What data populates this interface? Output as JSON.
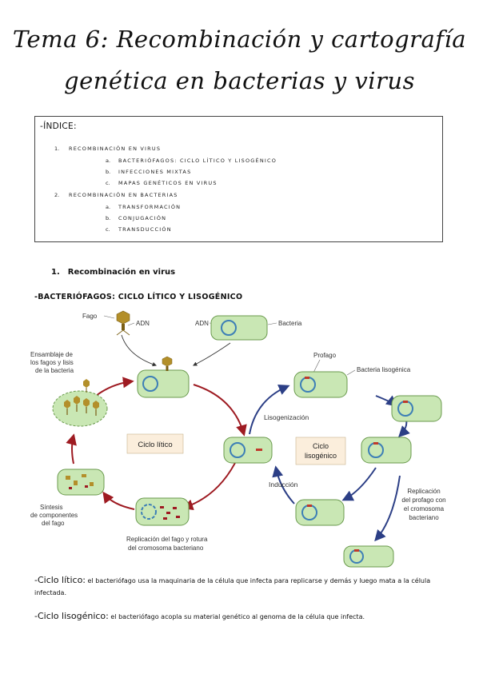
{
  "title": {
    "line1": "Tema 6: Recombinación y cartografía",
    "line2": "genética en bacterias y virus"
  },
  "index": {
    "heading": "-ÍNDICE:",
    "items": [
      {
        "num": "1.",
        "label": "Recombinación en virus"
      },
      {
        "num": "a.",
        "label": "Bacteriófagos: ciclo lítico y lisogénico"
      },
      {
        "num": "b.",
        "label": "Infecciones mixtas"
      },
      {
        "num": "c.",
        "label": "Mapas genéticos en virus"
      },
      {
        "num": "2.",
        "label": "Recombinación en bacterias"
      },
      {
        "num": "a.",
        "label": "Transformación"
      },
      {
        "num": "b.",
        "label": "Conjugación"
      },
      {
        "num": "c.",
        "label": "Transducción"
      }
    ]
  },
  "section1": {
    "num": "1.",
    "label": "Recombinación en virus"
  },
  "subheading": "-BACTERIÓFAGOS: CICLO LÍTICO Y LISOGÉNICO",
  "diagram": {
    "labels": {
      "fago": "Fago",
      "adn1": "ADN",
      "adn2": "ADN",
      "bacteria": "Bacteria",
      "ensamblaje1": "Ensamblaje de",
      "ensamblaje2": "los fagos y lisis",
      "ensamblaje3": "de la bacteria",
      "ciclo_litico": "Ciclo lítico",
      "profago": "Profago",
      "bacteria_lisogenica": "Bacteria lisogénica",
      "lisogenizacion": "Lisogenización",
      "ciclo_lisogenico1": "Ciclo",
      "ciclo_lisogenico2": "lisogénico",
      "induccion": "Inducción",
      "sintesis1": "Síntesis",
      "sintesis2": "de componentes",
      "sintesis3": "del fago",
      "replicacion_fago1": "Replicación del fago y rotura",
      "replicacion_fago2": "del cromosoma bacteriano",
      "replicacion_profago1": "Replicación",
      "replicacion_profago2": "del profago con",
      "replicacion_profago3": "el cromosoma",
      "replicacion_profago4": "bacteriano"
    },
    "colors": {
      "cell_fill": "#c9e7b4",
      "cell_stroke": "#6a9a4d",
      "dna_ring": "#3d7fb6",
      "lytic_arrow": "#9e1b22",
      "lysogenic_arrow": "#2c3f86",
      "phage": "#b38f2a",
      "prophage_segment": "#c0392b"
    }
  },
  "paragraphs": [
    {
      "lead": "-Ciclo lítico:",
      "text": " el bacteriófago usa la maquinaria de la célula que infecta para replicarse y demás y luego mata a la célula infectada."
    },
    {
      "lead": "-Ciclo lisogénico:",
      "text": " el bacteriófago acopla su material genético al genoma de la célula que infecta."
    }
  ]
}
